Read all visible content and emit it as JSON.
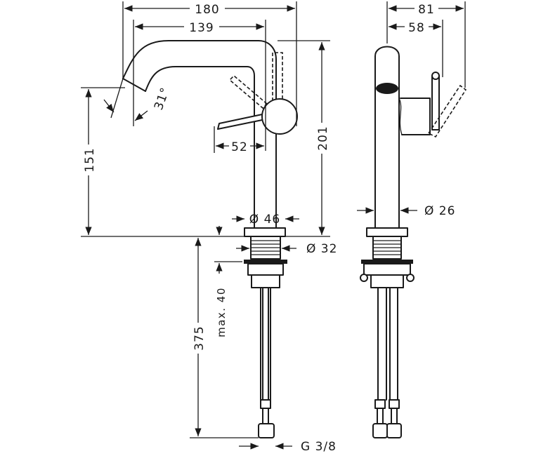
{
  "dims": {
    "d180": "180",
    "d139": "139",
    "d31": "31°",
    "d151": "151",
    "d201": "201",
    "d52": "52",
    "d46": "Ø 46",
    "d32": "Ø 32",
    "dmax40": "max. 40",
    "d375": "375",
    "dg38": "G 3/8",
    "d81": "81",
    "d58": "58",
    "d26": "Ø 26"
  }
}
